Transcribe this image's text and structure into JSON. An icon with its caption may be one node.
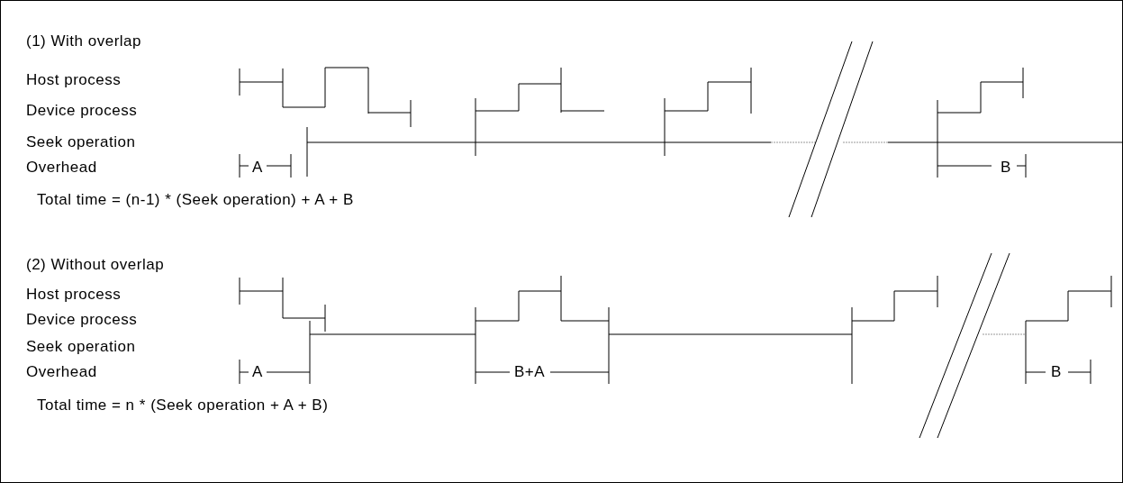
{
  "diagram": {
    "labels": [
      "(1) With overlap",
      "Host process",
      "Device process",
      "Seek operation",
      "Overhead",
      "A",
      "B",
      "Total time = (n-1) * (Seek operation) + A + B",
      "(2) Without overlap",
      "Host process",
      "Device process",
      "Seek operation",
      "Overhead",
      "A",
      "B+A",
      "B",
      "Total time = n * (Seek operation + A + B)"
    ]
  }
}
